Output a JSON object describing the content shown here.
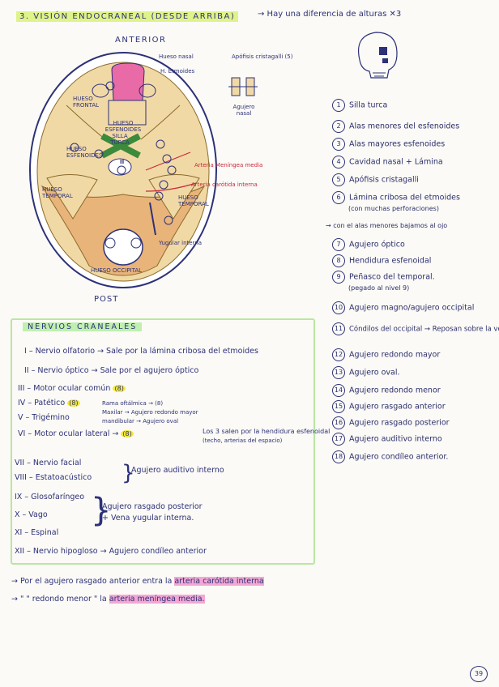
{
  "header": {
    "title": "3. VISIÓN ENDOCRANEAL (DESDE ARRIBA)",
    "note": "→ Hay una diferencia de alturas ✕3"
  },
  "diagram": {
    "anterior": "ANTERIOR",
    "post": "POST",
    "labels": {
      "hueso_nasal": "Hueso nasal",
      "h_etmoides": "H. Etmoides",
      "apofisis": "Apófisis cristagalli (5)",
      "agujero_nasal": "Agujero nasal",
      "frontal": "HUESO FRONTAL",
      "esfenoides": "HUESO ESFENOIDES",
      "esfenoides_left": "HUESO ESFENOIDES",
      "silla": "SILLA TURCA",
      "temporal_left": "HUESO TEMPORAL",
      "temporal_right": "HUESO TEMPORAL",
      "occipital": "HUESO OCCIPITAL",
      "arteria_meningea": "Arteria Meníngea media",
      "arteria_carotida": "Arteria carótida interna",
      "yugular": "Yugular interna",
      "roman": "II"
    }
  },
  "list": [
    {
      "n": "1",
      "text": "Silla turca"
    },
    {
      "n": "2",
      "text": "Alas menores del esfenoides"
    },
    {
      "n": "3",
      "text": "Alas mayores esfenoides"
    },
    {
      "n": "4",
      "text": "Cavidad nasal + Lámina"
    },
    {
      "n": "5",
      "text": "Apófisis cristagalli"
    },
    {
      "n": "6",
      "text": "Lámina cribosa del etmoides",
      "sub": "(con muchas perforaciones)"
    },
    {
      "n": "",
      "text": "→ con el alas menores bajamos al ojo"
    },
    {
      "n": "7",
      "text": "Agujero óptico"
    },
    {
      "n": "8",
      "text": "Hendidura esfenoidal"
    },
    {
      "n": "9",
      "text": "Peñasco del temporal.",
      "sub": "(pegado al nivel 9)"
    },
    {
      "n": "10",
      "text": "Agujero magno/agujero occipital"
    },
    {
      "n": "11",
      "text": "Cóndilos del occipital → Reposan sobre la vértebra"
    },
    {
      "n": "12",
      "text": "Agujero redondo mayor"
    },
    {
      "n": "13",
      "text": "Agujero oval."
    },
    {
      "n": "14",
      "text": "Agujero redondo menor"
    },
    {
      "n": "15",
      "text": "Agujero rasgado anterior"
    },
    {
      "n": "16",
      "text": "Agujero rasgado posterior"
    },
    {
      "n": "17",
      "text": "Agujero auditivo interno"
    },
    {
      "n": "18",
      "text": "Agujero condíleo anterior."
    }
  ],
  "nerves": {
    "title": "NERVIOS CRANEALES",
    "rows": [
      {
        "text": "I – Nervio olfatorio → Sale por la lámina cribosa del etmoides"
      },
      {
        "text": "II – Nervio óptico → Sale por el agujero óptico"
      },
      {
        "text": "III – Motor ocular común",
        "mark": "(8)"
      },
      {
        "text": "IV – Patético",
        "mark": "(8)"
      },
      {
        "text": "V – Trigémino",
        "sub1": "Rama oftálmica → (8)",
        "sub2": "Maxilar → Agujero redondo mayor",
        "sub3": "mandibular → Agujero oval"
      },
      {
        "text": "VI – Motor ocular lateral →",
        "mark": "(8)",
        "after": "Los 3 salen por la hendidura esfenoidal",
        "after2": "(techo, arterias del espacio)"
      },
      {
        "text": "VII – Nervio facial"
      },
      {
        "text": "VIII – Estatoacústico",
        "brace": "Agujero auditivo interno"
      },
      {
        "text": "IX – Glosofaríngeo"
      },
      {
        "text": "X – Vago",
        "brace": "Agujero rasgado posterior",
        "brace2": "+ Vena yugular interna."
      },
      {
        "text": "XI – Espinal"
      },
      {
        "text": "XII – Nervio hipogloso → Agujero condíleo anterior"
      }
    ]
  },
  "footer": {
    "line1a": "→ Por el agujero rasgado anterior entra la",
    "line1b": "arteria carótida interna",
    "line2a": "→ \"      \"      redondo menor   \"   la",
    "line2b": "arteria meníngea media."
  },
  "page_number": "39",
  "colors": {
    "ink": "#2d3178",
    "bone": "#f1d9a6",
    "pink": "#e86aa6",
    "green": "#3c8a3c",
    "red": "#c8283a"
  }
}
